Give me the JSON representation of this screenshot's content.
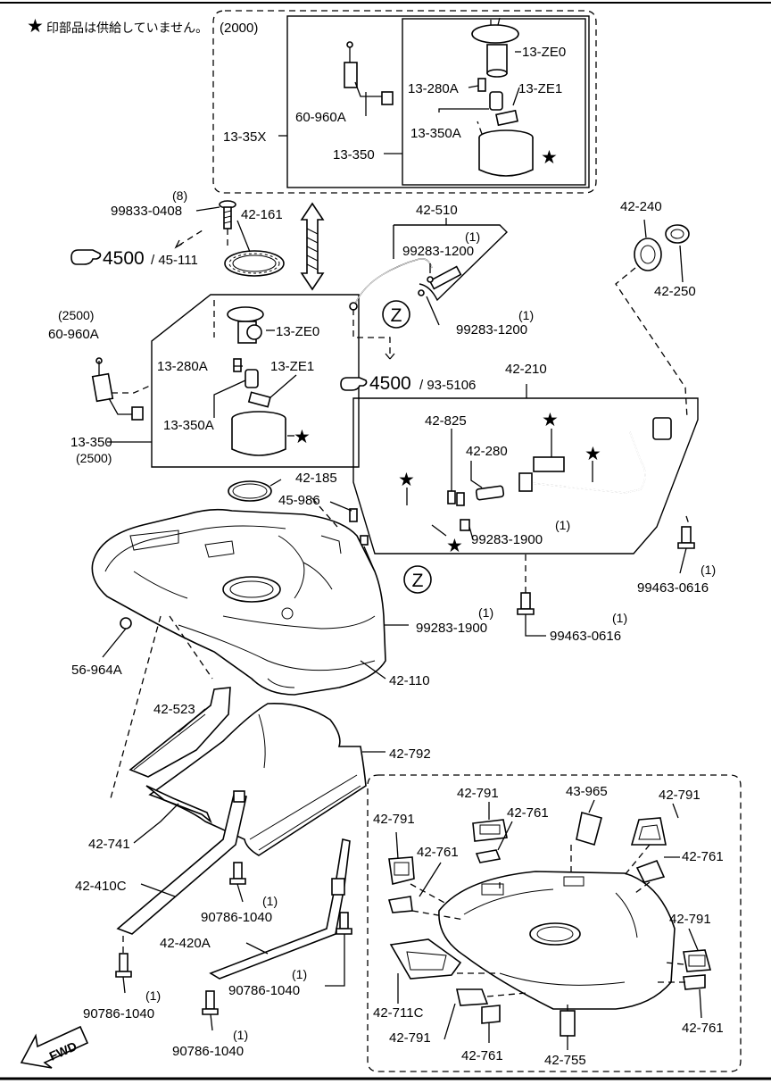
{
  "legend": {
    "note": "印部品は供給していません。"
  },
  "labels": {
    "variant_2000": "(2000)",
    "variant_2500": "(2500)",
    "z": "Z",
    "fwd": "FWD"
  },
  "refs": {
    "r4500": "4500",
    "r45_111": "/ 45-111",
    "r93_5106": "/ 93-5106"
  },
  "qty": {
    "q1": "(1)",
    "q8": "(8)"
  },
  "parts": {
    "p13_ze0": "13-ZE0",
    "p13_280a": "13-280A",
    "p13_ze1": "13-ZE1",
    "p60_960a": "60-960A",
    "p13_350a": "13-350A",
    "p13_35x": "13-35X",
    "p13_350": "13-350",
    "p99833_0408": "99833-0408",
    "p42_161": "42-161",
    "p42_510": "42-510",
    "p99283_1200": "99283-1200",
    "p42_240": "42-240",
    "p42_250": "42-250",
    "p42_210": "42-210",
    "p42_825": "42-825",
    "p42_280": "42-280",
    "p42_185": "42-185",
    "p45_986": "45-986",
    "p99283_1900": "99283-1900",
    "p99463_0616": "99463-0616",
    "p56_964a": "56-964A",
    "p42_110": "42-110",
    "p42_523": "42-523",
    "p42_792": "42-792",
    "p42_741": "42-741",
    "p42_410c": "42-410C",
    "p90786_1040": "90786-1040",
    "p42_420a": "42-420A",
    "p42_791": "42-791",
    "p43_965": "43-965",
    "p42_761": "42-761",
    "p42_711c": "42-711C",
    "p42_755": "42-755"
  }
}
